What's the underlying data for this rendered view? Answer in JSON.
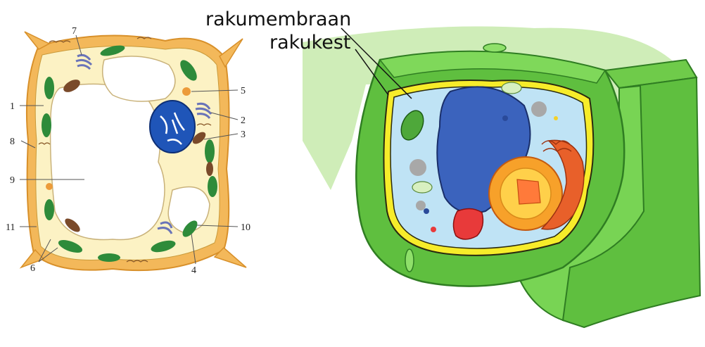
{
  "left_diagram": {
    "labels": [
      "1",
      "2",
      "3",
      "4",
      "5",
      "6",
      "7",
      "8",
      "9",
      "10",
      "11"
    ]
  },
  "right_diagram": {
    "label_membrane": "rakumembraan",
    "label_wall": "rakukest"
  },
  "colors": {
    "cell_wall_orange": "#f3b85a",
    "cytoplasm": "#fcf2c4",
    "vacuole": "#ffffff",
    "nucleus": "#1f55b8",
    "chloroplast": "#2e8b3a",
    "mitochondria": "#7a4a2a",
    "wall_green": "#5fbf3f",
    "cytoplasm_blue": "#bfe3f5",
    "membrane_yellow": "#f7ec2a"
  }
}
